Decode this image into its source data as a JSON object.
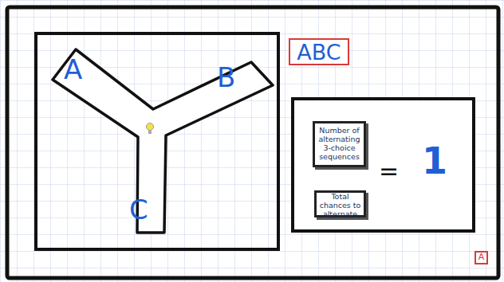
{
  "diagram": {
    "nodes": [
      {
        "text": [
          "A",
          "B",
          "C"
        ]
      },
      {
        "text": [
          "ABC"
        ]
      },
      {
        "text": [
          "=",
          "1"
        ]
      },
      {
        "text": [
          "Number of alternating 3-choice sequences"
        ],
        "in": 2
      },
      {
        "text": [
          "Total chances to alternate"
        ],
        "in": 2
      },
      {
        "text": [
          "A"
        ]
      }
    ]
  }
}
